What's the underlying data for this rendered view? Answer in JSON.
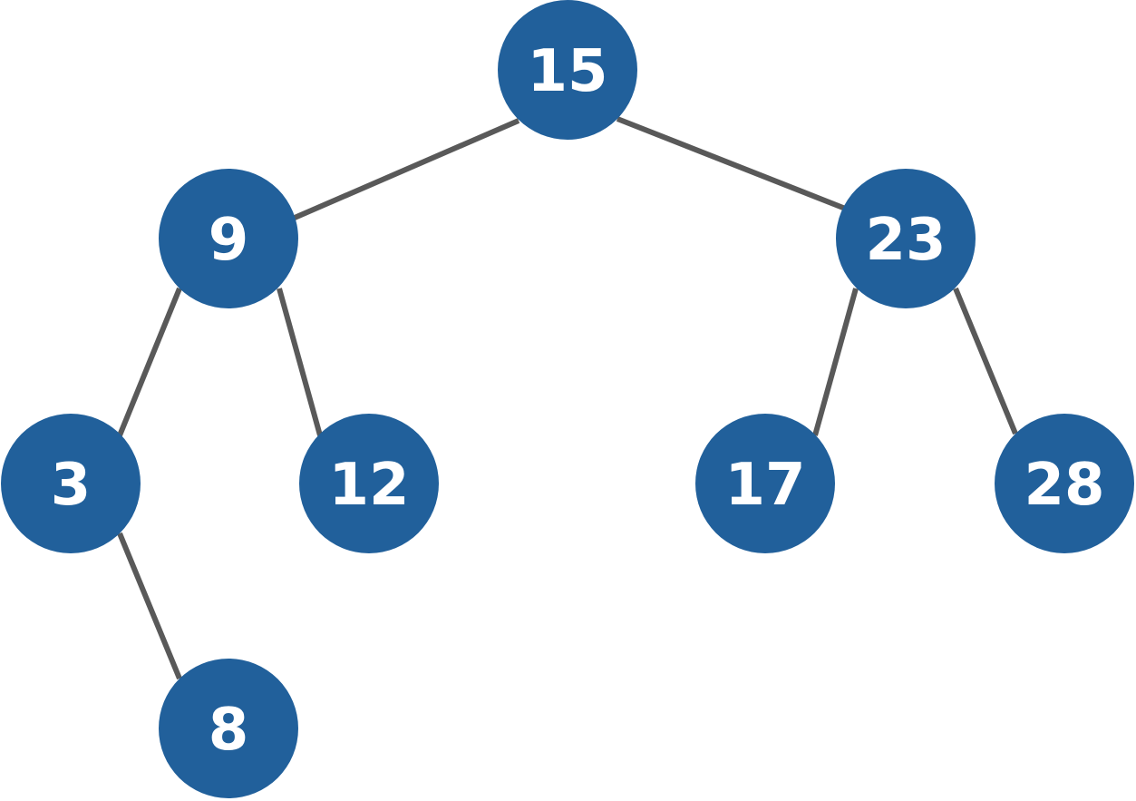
{
  "diagram": {
    "type": "binary-tree",
    "colors": {
      "node_fill": "#21609b",
      "node_text": "#ffffff",
      "edge": "#595959",
      "background": "#ffffff"
    },
    "nodes": [
      {
        "id": "n15",
        "label": "15"
      },
      {
        "id": "n9",
        "label": "9"
      },
      {
        "id": "n23",
        "label": "23"
      },
      {
        "id": "n3",
        "label": "3"
      },
      {
        "id": "n12",
        "label": "12"
      },
      {
        "id": "n17",
        "label": "17"
      },
      {
        "id": "n28",
        "label": "28"
      },
      {
        "id": "n8",
        "label": "8"
      }
    ],
    "edges": [
      {
        "from": "n15",
        "to": "n9"
      },
      {
        "from": "n15",
        "to": "n23"
      },
      {
        "from": "n9",
        "to": "n3"
      },
      {
        "from": "n9",
        "to": "n12"
      },
      {
        "from": "n23",
        "to": "n17"
      },
      {
        "from": "n23",
        "to": "n28"
      },
      {
        "from": "n3",
        "to": "n8"
      }
    ]
  }
}
